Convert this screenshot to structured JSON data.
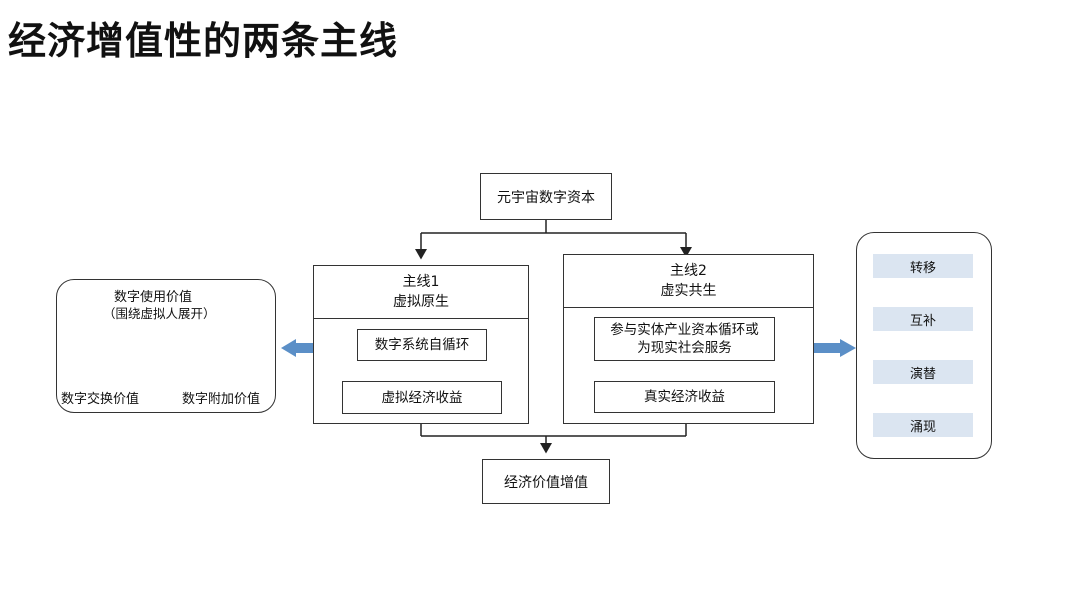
{
  "title": "经济增值性的两条主线",
  "top_node": "元宇宙数字资本",
  "bottom_node": "经济价值增值",
  "line1": {
    "title_a": "主线1",
    "title_b": "虚拟原生",
    "step1": "数字系统自循环",
    "step2": "虚拟经济收益"
  },
  "line2": {
    "title_a": "主线2",
    "title_b": "虚实共生",
    "step1_a": "参与实体产业资本循环或",
    "step1_b": "为现实社会服务",
    "step2": "真实经济收益"
  },
  "left_panel": {
    "top_label": "数字使用价值",
    "top_sub": "（围绕虚拟人展开）",
    "left_label": "数字交换价值",
    "right_label": "数字附加价值"
  },
  "right_panel": {
    "steps": [
      "转移",
      "互补",
      "演替",
      "涌现"
    ]
  },
  "colors": {
    "accent_blue": "#5b8fc7",
    "step_fill": "#dbe5f1",
    "line": "#333333"
  }
}
